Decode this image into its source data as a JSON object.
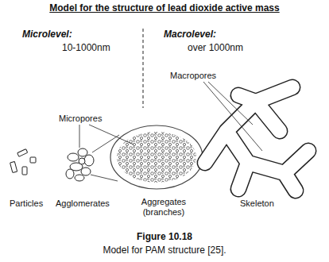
{
  "diagram": {
    "title": "Model for the structure of lead dioxide active mass",
    "caption": "Model for PAM structure [25].",
    "labels": [
      "Microlevel:",
      "10-1000nm",
      "Macrolevel:",
      "over 1000nm",
      "Macropores",
      "Micropores",
      "Particles",
      "Agglomerates",
      "Aggregates (branches)",
      "Skeleton",
      "Figure 10.18"
    ]
  }
}
